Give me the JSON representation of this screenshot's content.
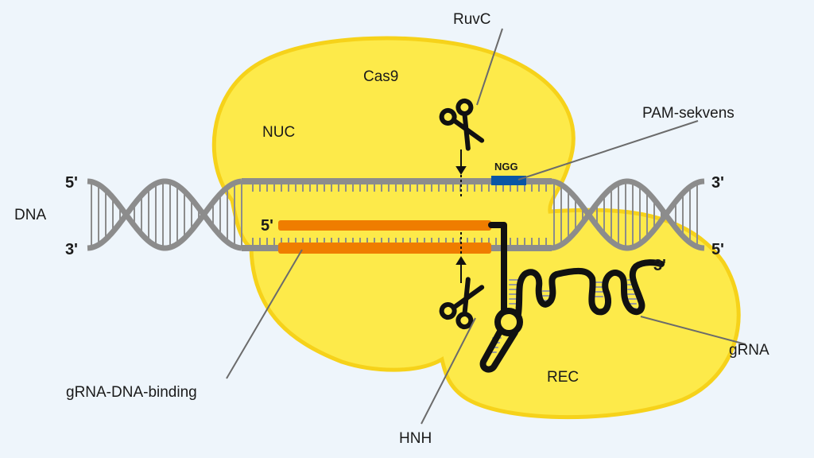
{
  "colors": {
    "background": "#eef5fb",
    "protein": "#fdea4a",
    "protein_outline": "#f6d21a",
    "dna": "#8c8c8c",
    "guide_binding": "#ef7d00",
    "pam": "#0a56a5",
    "grna": "#111111"
  },
  "labels": {
    "protein": "Cas9",
    "nuc": "NUC",
    "ruvc": "RuvC",
    "pam": "PAM-sekvens",
    "ngg": "NGG",
    "dna": "DNA",
    "hnh": "HNH",
    "rec": "REC",
    "grna": "gRNA",
    "binding": "gRNA-DNA-binding"
  },
  "ends": {
    "left_top": "5'",
    "left_bottom": "3'",
    "right_top": "3'",
    "right_bottom": "5'",
    "guide_5": "5'",
    "grna_3": "3'"
  },
  "icons": [
    "scissors-icon",
    "scissors-icon"
  ]
}
